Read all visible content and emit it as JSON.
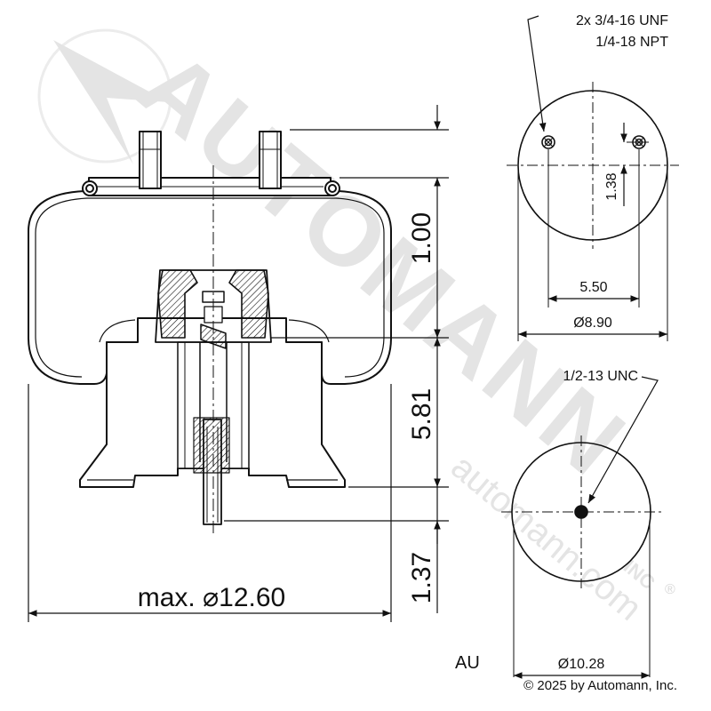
{
  "watermark": {
    "brand": "AUTOMANN",
    "url": "automann.com",
    "suffix": "INC",
    "registered": "®",
    "copyright": "© 2025 by Automann, Inc."
  },
  "side_view": {
    "dims": {
      "top_height": "1.00",
      "body_height": "5.81",
      "bottom_height": "1.37",
      "max_diameter": "max. ⌀12.60"
    }
  },
  "top_view": {
    "callout_line1": "2x 3/4-16 UNF",
    "callout_line2": "1/4-18 NPT",
    "offset": "1.38",
    "stud_spacing": "5.50",
    "plate_diameter": "Ø8.90"
  },
  "bottom_view": {
    "callout": "1/2-13 UNC",
    "diameter": "Ø10.28",
    "code": "AU"
  },
  "colors": {
    "line": "#111111",
    "watermark": "#e6e6e6"
  }
}
